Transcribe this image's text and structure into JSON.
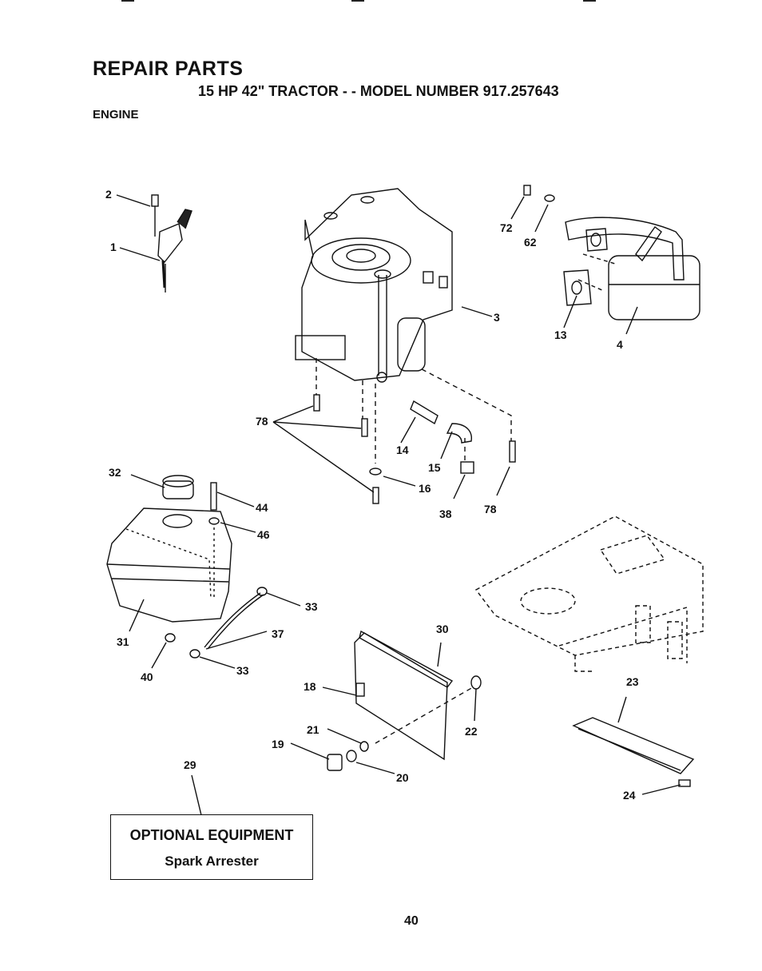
{
  "header": {
    "title": "REPAIR PARTS",
    "subtitle": "15 HP 42\" TRACTOR - - MODEL NUMBER 917.257643",
    "section": "ENGINE"
  },
  "callouts": {
    "c1": "1",
    "c2": "2",
    "c3": "3",
    "c4": "4",
    "c13": "13",
    "c14": "14",
    "c15": "15",
    "c16": "16",
    "c18": "18",
    "c19": "19",
    "c20": "20",
    "c21": "21",
    "c22": "22",
    "c23": "23",
    "c24": "24",
    "c29": "29",
    "c30": "30",
    "c31": "31",
    "c32": "32",
    "c33a": "33",
    "c33b": "33",
    "c37": "37",
    "c38": "38",
    "c40": "40",
    "c44": "44",
    "c46": "46",
    "c62": "62",
    "c72": "72",
    "c78a": "78",
    "c78b": "78"
  },
  "optional": {
    "heading": "OPTIONAL EQUIPMENT",
    "item": "Spark Arrester"
  },
  "page_number": "40"
}
